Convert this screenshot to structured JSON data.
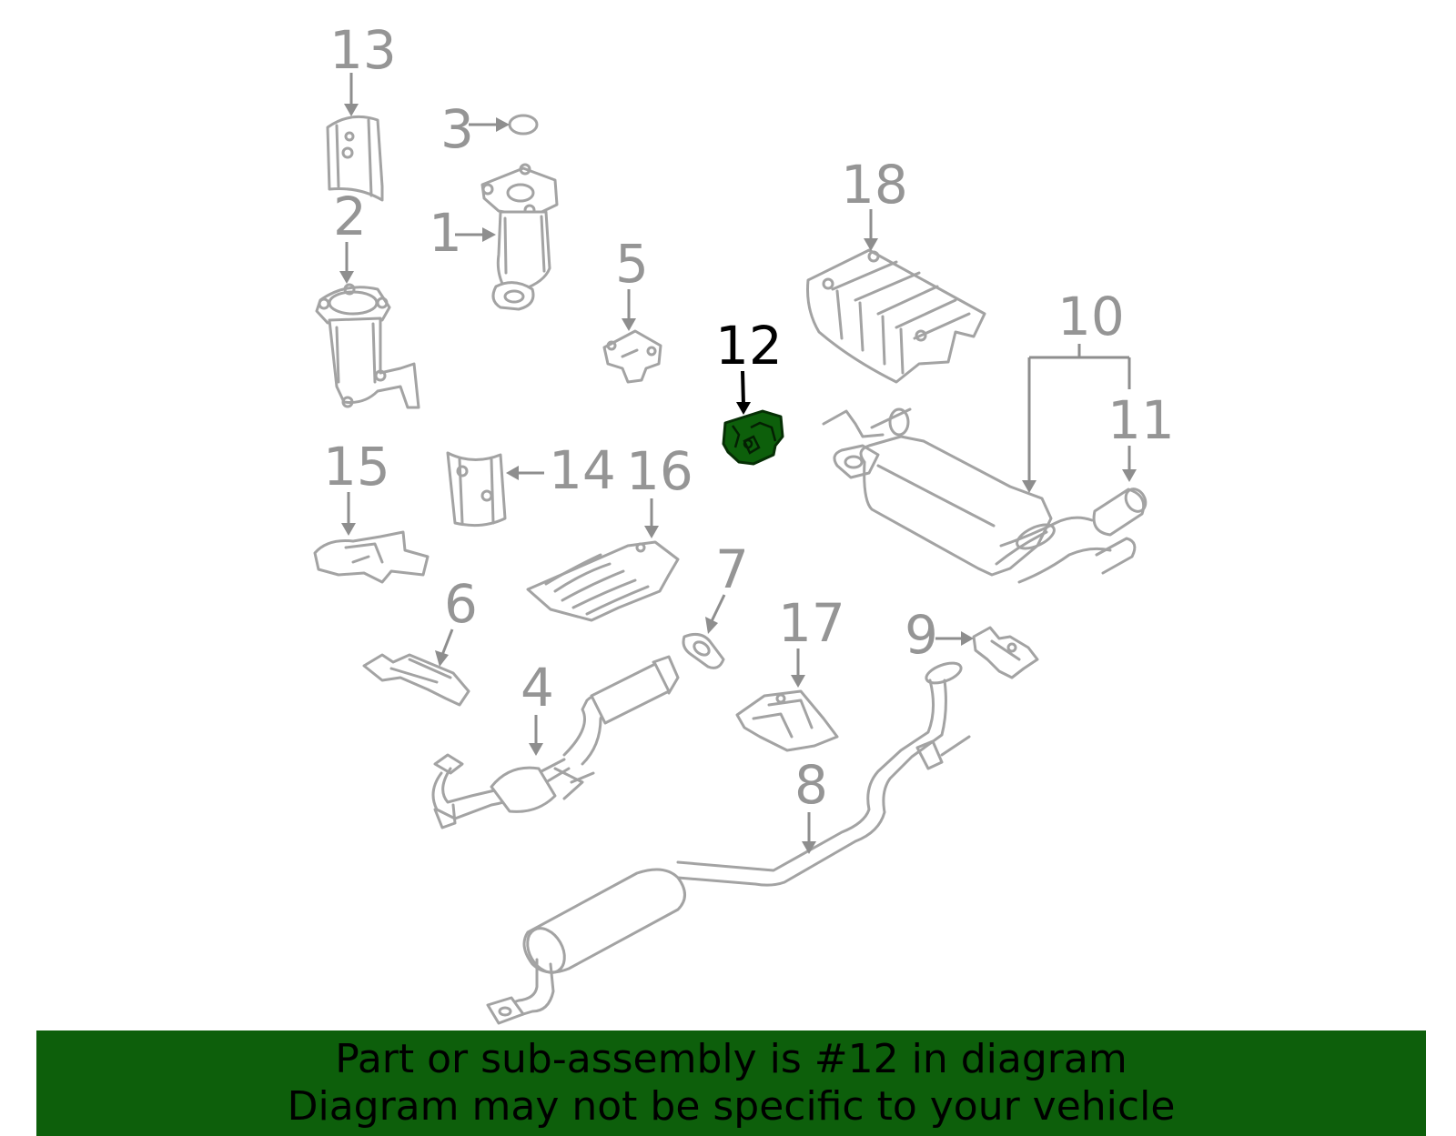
{
  "callouts": [
    {
      "id": "13",
      "highlighted": false
    },
    {
      "id": "3",
      "highlighted": false
    },
    {
      "id": "2",
      "highlighted": false
    },
    {
      "id": "1",
      "highlighted": false
    },
    {
      "id": "5",
      "highlighted": false
    },
    {
      "id": "18",
      "highlighted": false
    },
    {
      "id": "12",
      "highlighted": true
    },
    {
      "id": "10",
      "highlighted": false
    },
    {
      "id": "11",
      "highlighted": false
    },
    {
      "id": "15",
      "highlighted": false
    },
    {
      "id": "14",
      "highlighted": false
    },
    {
      "id": "16",
      "highlighted": false
    },
    {
      "id": "7",
      "highlighted": false
    },
    {
      "id": "6",
      "highlighted": false
    },
    {
      "id": "17",
      "highlighted": false
    },
    {
      "id": "9",
      "highlighted": false
    },
    {
      "id": "4",
      "highlighted": false
    },
    {
      "id": "8",
      "highlighted": false
    }
  ],
  "highlight_color": "#0d5f0b",
  "part_color": "#a3a3a3",
  "banner": {
    "line1": "Part or sub-assembly is #12 in diagram",
    "line2": "Diagram may not be specific to your vehicle",
    "color": "#0d5f0b"
  }
}
